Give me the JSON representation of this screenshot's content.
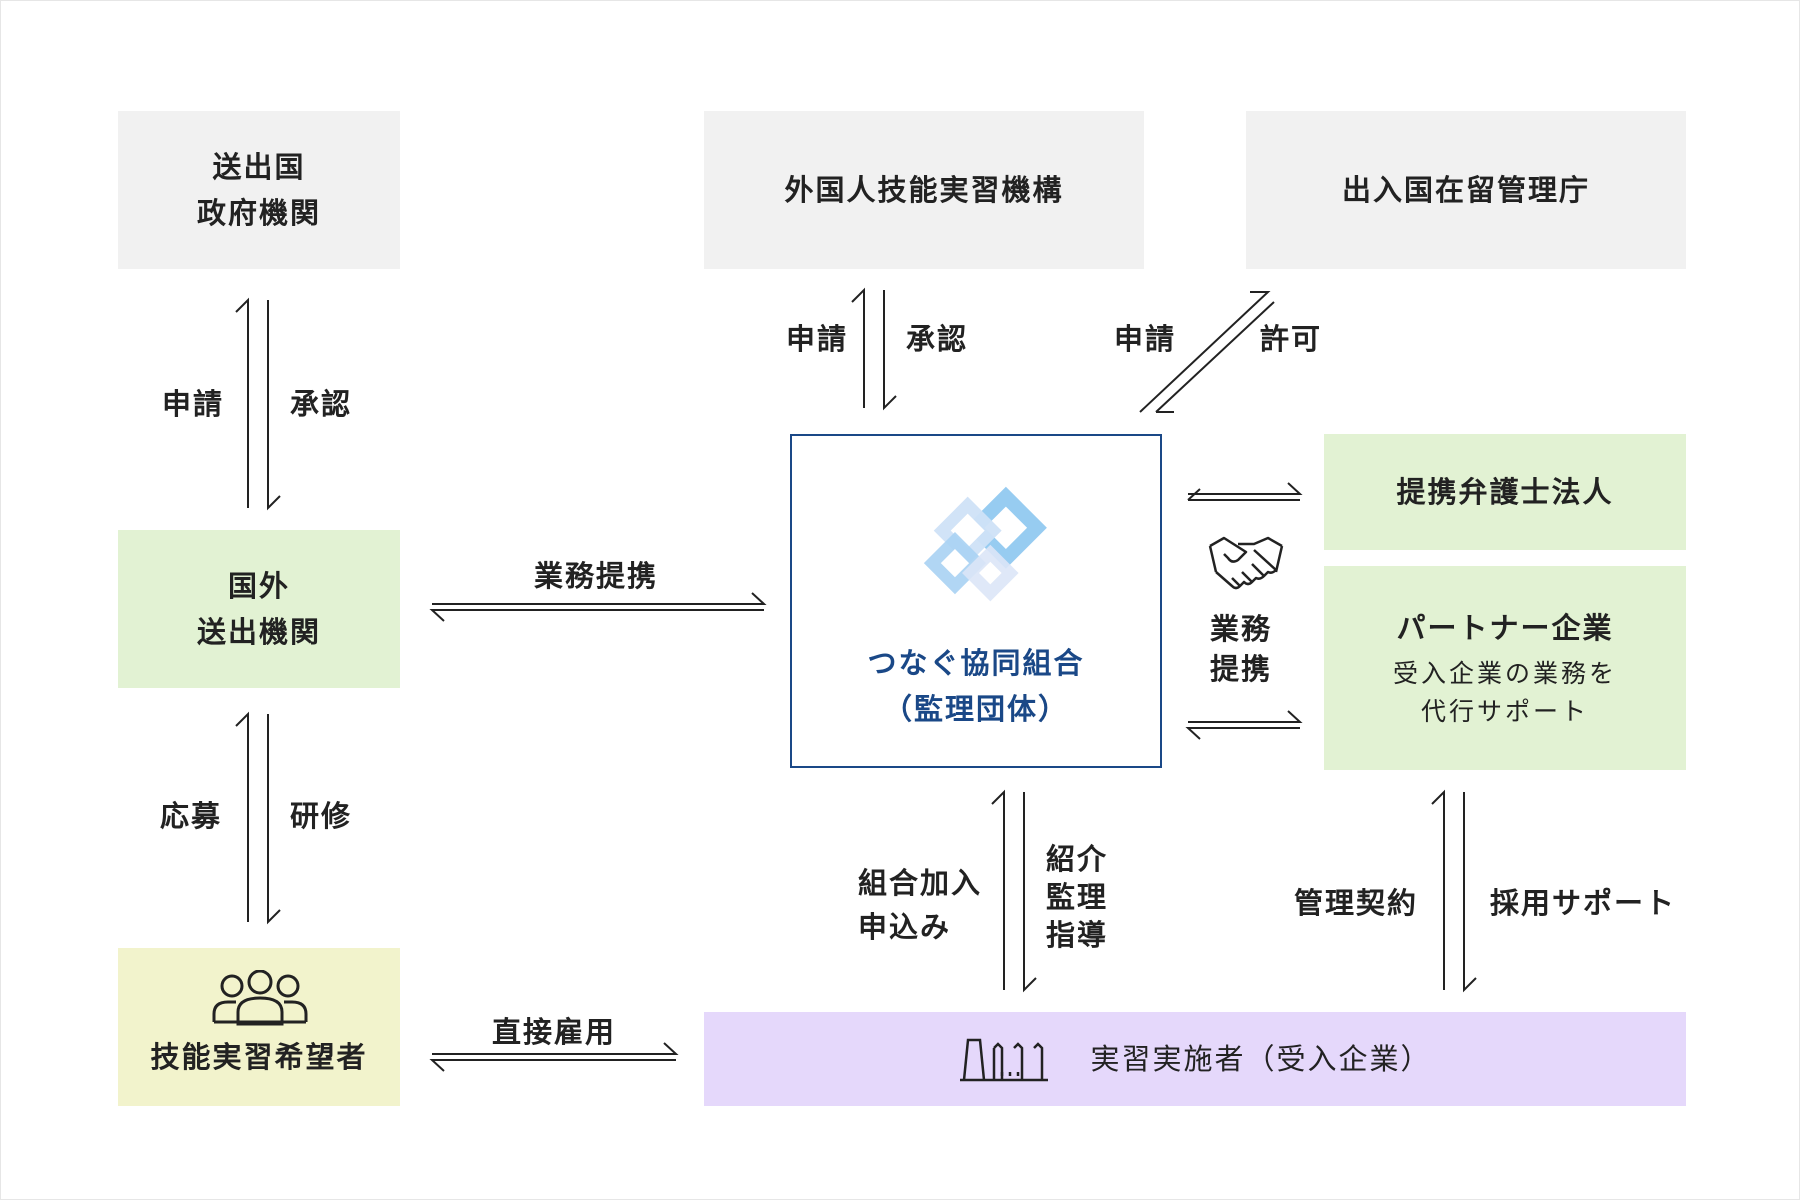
{
  "boxes": {
    "sending_gov": [
      "送出国",
      "政府機関"
    ],
    "oticj": "外国人技能実習機構",
    "immigration": "出入国在留管理庁",
    "overseas_agency": [
      "国外",
      "送出機関"
    ],
    "trainee": "技能実習希望者",
    "law_firm": "提携弁護士法人",
    "partner": {
      "title": "パートナー企業",
      "sub": [
        "受入企業の業務を",
        "代行サポート"
      ]
    },
    "implementer": "実習実施者（受入企業）",
    "center": [
      "つなぐ協同組合",
      "（監理団体）"
    ]
  },
  "labels": {
    "gov_apply": "申請",
    "gov_approve": "承認",
    "oticj_apply": "申請",
    "oticj_approve": "承認",
    "imm_apply": "申請",
    "imm_permit": "許可",
    "business_tieup": "業務提携",
    "partner_tieup": [
      "業務",
      "提携"
    ],
    "apply_recruit": "応募",
    "training": "研修",
    "direct_hire": "直接雇用",
    "join": [
      "組合加入",
      "申込み"
    ],
    "guidance": [
      "紹介",
      "監理",
      "指導"
    ],
    "mgmt_contract": "管理契約",
    "hiring_support": "採用サポート"
  },
  "icons": {
    "people": "people-group-icon",
    "factory": "factory-icon",
    "handshake": "handshake-icon",
    "logo": "tsunagu-logo"
  },
  "colors": {
    "gray": "#f1f1f1",
    "green": "#e2f2d3",
    "yellow": "#f2f3cc",
    "purple": "#e5d8fb",
    "navy": "#1a4887",
    "logo_blue": "#8cc6f0"
  }
}
